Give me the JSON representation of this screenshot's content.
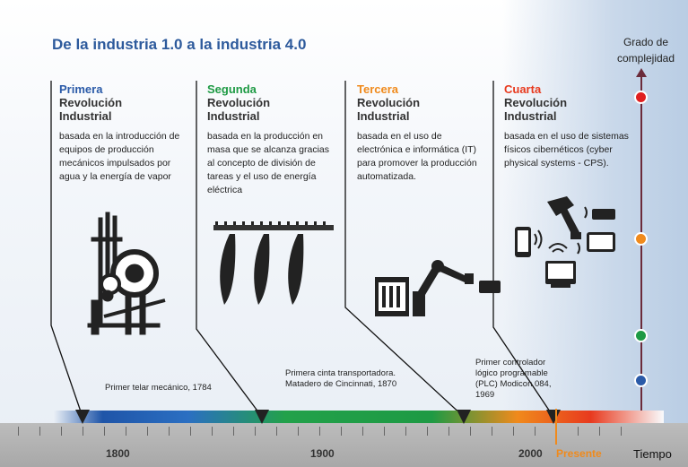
{
  "header": {
    "title": "De la industria 1.0  a la industria 4.0",
    "axis_label_line1": "Grado de",
    "axis_label_line2": "complejidad"
  },
  "revolutions": [
    {
      "ordinal": "Primera",
      "line1": "Revolución",
      "line2": "Industrial",
      "description": "basada en la introducción de equipos de producción mecánicos impulsados por agua y la energía de vapor",
      "color": "#2a5aa8",
      "event": "Primer telar mecánico, 1784",
      "icon": "mechanical-loom-icon"
    },
    {
      "ordinal": "Segunda",
      "line1": "Revolución",
      "line2": "Industrial",
      "description": "basada en la producción en masa que se alcanza gracias al concepto de  división de tareas y el uso de energía eléctrica",
      "color": "#1e9a44",
      "event_line1": "Primera cinta transportadora.",
      "event_line2": "Matadero de Cincinnati, 1870",
      "icon": "conveyor-belt-icon"
    },
    {
      "ordinal": "Tercera",
      "line1": "Revolución",
      "line2": "Industrial",
      "description": "basada en el uso de electrónica e informática (IT) para promover la producción automatizada.",
      "color": "#f08a1c",
      "event_line1": "Primer controlador",
      "event_line2": "lógico programable",
      "event_line3": "(PLC) Modicon 084,",
      "event_line4": "1969",
      "icon": "robot-arm-icon"
    },
    {
      "ordinal": "Cuarta",
      "line1": "Revolución",
      "line2": "Industrial",
      "description": "basada en el uso de sistemas físicos cibernéticos (cyber physical systems - CPS).",
      "color": "#e83a1e",
      "icon": "cyber-physical-devices-icon"
    }
  ],
  "timeline": {
    "years": [
      "1800",
      "1900",
      "2000"
    ],
    "present_label": "Presente",
    "present_color": "#f08a1c",
    "time_label": "Tiempo"
  },
  "complexity_levels": [
    {
      "level": 4,
      "color": "#e02020"
    },
    {
      "level": 3,
      "color": "#f08a1c"
    },
    {
      "level": 2,
      "color": "#1e9a44"
    },
    {
      "level": 1,
      "color": "#2a5aa8"
    }
  ]
}
